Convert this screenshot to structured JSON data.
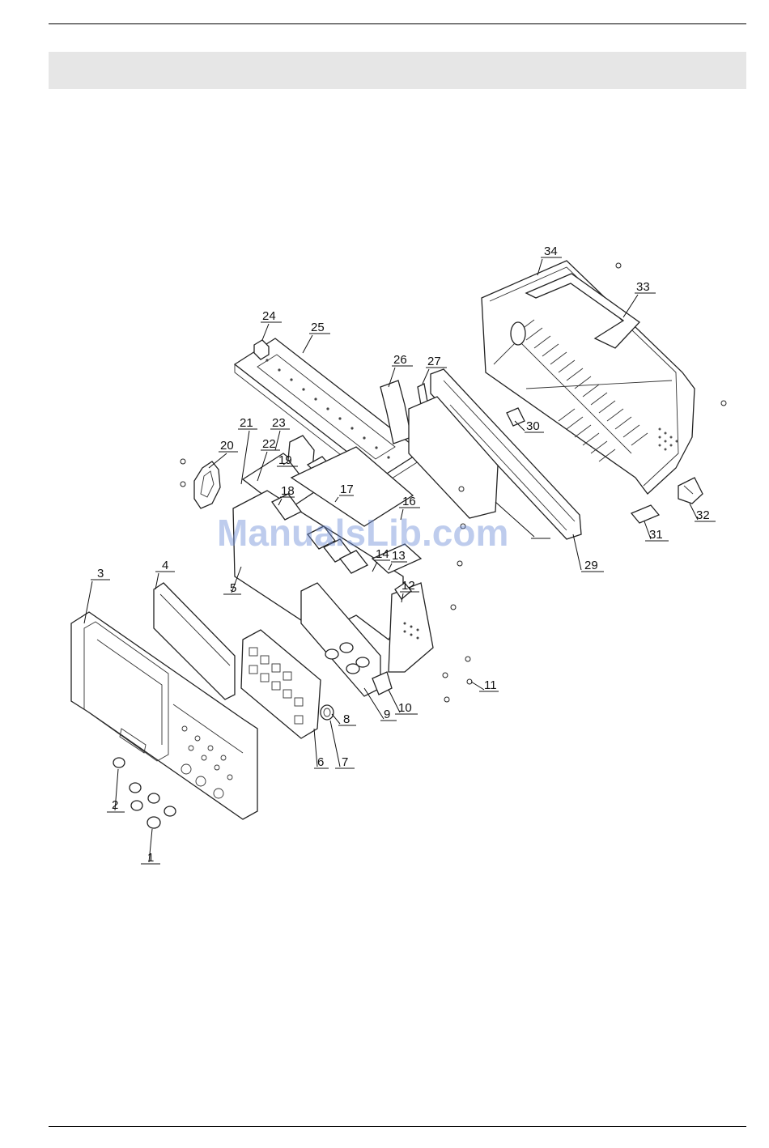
{
  "diagram": {
    "labels": [
      "1",
      "2",
      "3",
      "4",
      "5",
      "6",
      "7",
      "8",
      "9",
      "10",
      "11",
      "12",
      "13",
      "14",
      "16",
      "17",
      "18",
      "19",
      "20",
      "21",
      "22",
      "23",
      "24",
      "25",
      "26",
      "27",
      "29",
      "30",
      "31",
      "32",
      "33",
      "34"
    ],
    "watermark": "ManualsLib.com"
  }
}
